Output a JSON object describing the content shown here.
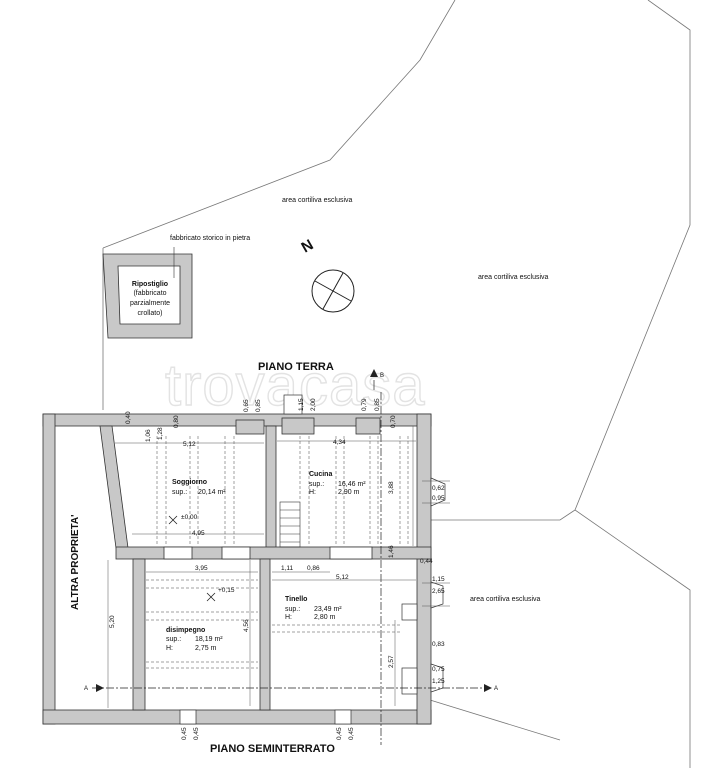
{
  "watermark": "trovacasa",
  "titles": {
    "ground_floor": "PIANO TERRA",
    "basement": "PIANO SEMINTERRATO",
    "other_property": "ALTRA PROPRIETA'"
  },
  "areas": {
    "yard_top": "area cortiliva esclusiva",
    "yard_right": "area cortiliva esclusiva",
    "yard_bottom_right": "area cortiliva esclusiva"
  },
  "shed": {
    "caption": "fabbricato storico in pietra",
    "name": "Ripostiglio",
    "line1": "(fabbricato",
    "line2": "parzialmente",
    "line3": "crollato)"
  },
  "north_label": "N",
  "section_marks": {
    "a_left": "A",
    "a_right": "A",
    "b_top": "B"
  },
  "rooms": {
    "soggiorno": {
      "name": "Soggiorno",
      "sup_label": "sup.:",
      "sup_value": "20,14 m²",
      "level": "±0,00"
    },
    "cucina": {
      "name": "Cucina",
      "sup_label": "sup.:",
      "sup_value": "16,46 m²",
      "h_label": "H:",
      "h_value": "2,90 m"
    },
    "disimpegno": {
      "name": "disimpegno",
      "sup_label": "sup.:",
      "sup_value": "18,19 m²",
      "h_label": "H:",
      "h_value": "2,75 m",
      "level": "+0,15"
    },
    "tinello": {
      "name": "Tinello",
      "sup_label": "sup.:",
      "sup_value": "23,49 m²",
      "h_label": "H:",
      "h_value": "2,80 m"
    }
  },
  "dims": {
    "d_040": "0,40",
    "d_106": "1,06",
    "d_128": "1,28",
    "d_080": "0,80",
    "d_512_top": "5,12",
    "d_065": "0,65",
    "d_085_a": "0,85",
    "d_115_top": "1,15",
    "d_200": "2,00",
    "d_079": "0,79",
    "d_085_b": "0,85",
    "d_070": "0,70",
    "d_434": "4,34",
    "d_388": "3,88",
    "d_062": "0,62",
    "d_095": "0,95",
    "d_495": "4,95",
    "d_395": "3,95",
    "d_111": "1,11",
    "d_086": "0,86",
    "d_512_mid": "5,12",
    "d_146": "1,46",
    "d_044": "0,44",
    "d_115_right": "1,15",
    "d_265": "2,65",
    "d_520": "5,20",
    "d_456": "4,56",
    "d_083": "0,83",
    "d_257": "2,57",
    "d_075": "0,75",
    "d_125": "1,25",
    "d_045_a": "0,45",
    "d_045_b": "0,45",
    "d_045_c": "0,45",
    "d_045_d": "0,45"
  }
}
